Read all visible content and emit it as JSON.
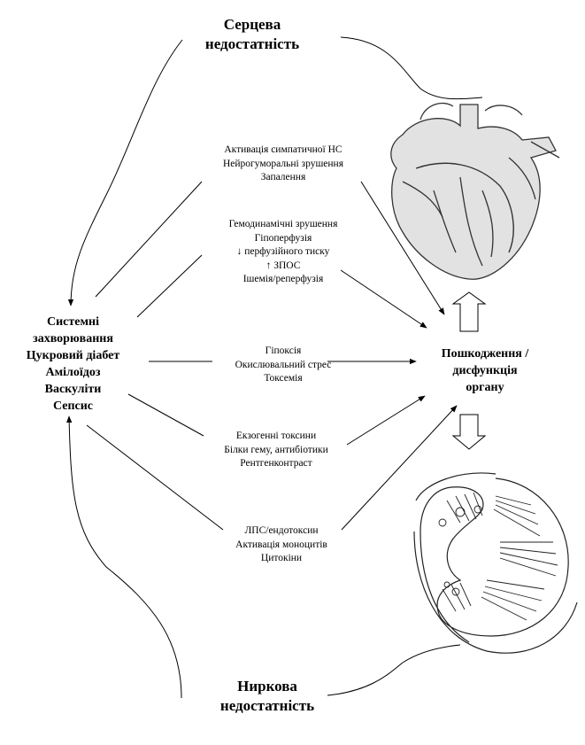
{
  "top_title": [
    "Серцева",
    "недостатність"
  ],
  "bottom_title": [
    "Ниркова",
    "недостатність"
  ],
  "systemic": [
    "Системні",
    "захворювання",
    "Цукровий діабет",
    "Амілоїдоз",
    "Васкуліти",
    "Сепсис"
  ],
  "damage": [
    "Пошкодження /",
    "дисфункція",
    "органу"
  ],
  "mechanisms": [
    [
      "Активація симпатичної НС",
      "Нейрогуморальні зрушення",
      "Запалення"
    ],
    [
      "Гемодинамічні зрушення",
      "Гіпоперфузія",
      "↓ перфузійного тиску",
      "↑ ЗПОС",
      "Ішемія/реперфузія"
    ],
    [
      "Гіпоксія",
      "Окислювальний стрес",
      "Токсемія"
    ],
    [
      "Екзогенні токсини",
      "Білки гему, антибіотики",
      "Рентгенконтраст"
    ],
    [
      "ЛПС/ендотоксин",
      "Активація моноцитів",
      "Цитокіни"
    ]
  ],
  "images": {
    "heart": "heart-illustration",
    "kidney": "kidney-illustration"
  }
}
